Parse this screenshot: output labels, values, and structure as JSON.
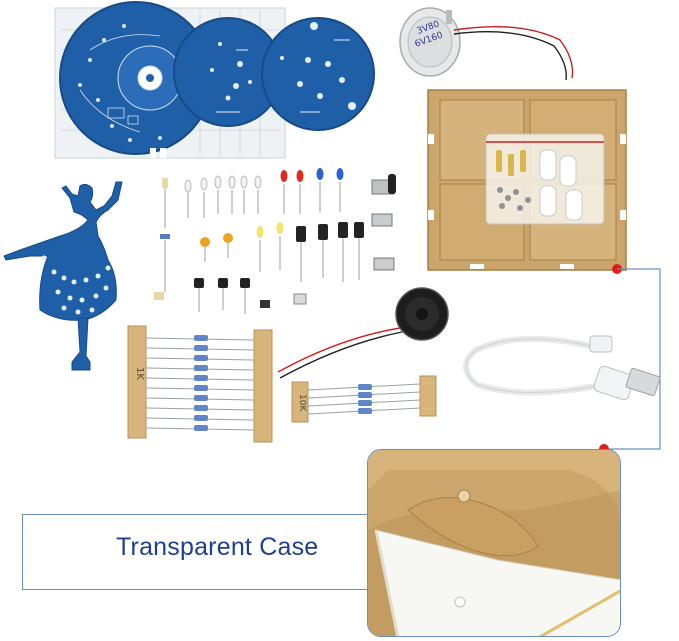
{
  "callout": {
    "label": "Transparent Case"
  },
  "motor": {
    "label_line1": "3V80",
    "label_line2": "6V160"
  },
  "resistor_strips": {
    "left_label": "1K",
    "right_label": "10K"
  },
  "colors": {
    "pcb_blue": "#1f5fa8",
    "case_amber": "#c9a469",
    "callout_border": "#6a8fbf",
    "callout_text": "#1f3f8f",
    "marker_red": "#e01e1e"
  },
  "icons": {
    "pcb_main": "pcb-board-icon",
    "pcb_small": "pcb-disc-icon",
    "dancer": "ballerina-pcb-icon",
    "motor": "dc-motor-icon",
    "case": "acrylic-case-icon",
    "bag": "hardware-bag-icon",
    "speaker": "speaker-icon",
    "cable": "usb-cable-icon"
  }
}
